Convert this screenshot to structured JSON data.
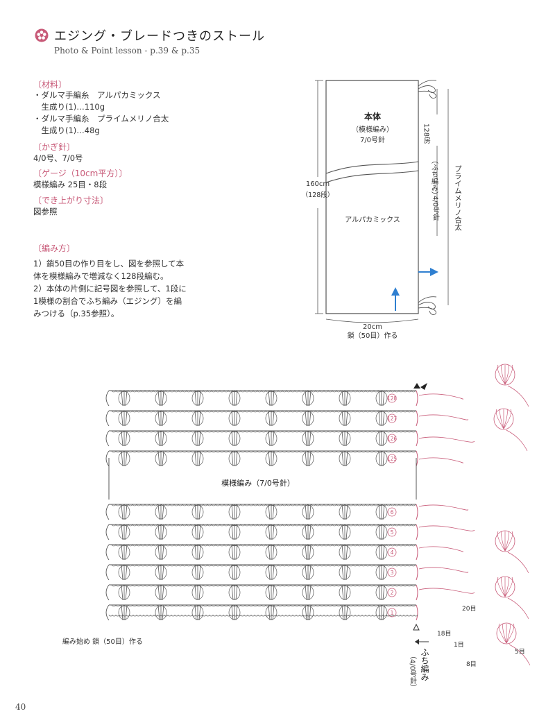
{
  "header": {
    "title": "エジング・ブレードつきのストール",
    "subtitle": "Photo & Point lesson - p.39 & p.35"
  },
  "materials": {
    "heading": "〔材料〕",
    "lines": [
      "・ダルマ手編糸　アルパカミックス",
      "　生成り(1)…110g",
      "・ダルマ手編糸　プライムメリノ合太",
      "　生成り(1)…48g"
    ]
  },
  "hook": {
    "heading": "〔かぎ針〕",
    "value": "4/0号、7/0号"
  },
  "gauge": {
    "heading": "〔ゲージ（10cm平方）〕",
    "value": "模様編み 25目・8段"
  },
  "size": {
    "heading": "〔でき上がり寸法〕",
    "value": "図参照"
  },
  "method": {
    "heading": "〔編み方〕",
    "steps": [
      "1）鎖50目の作り目をし、図を参照して本体を模様編みで増減なく128段編む。",
      "2）本体の片側に記号図を参照して、1段に1模様の割合でふち編み（エジング）を編みつける（p.35参照）。"
    ]
  },
  "schematic": {
    "body_label": "本体",
    "pattern_label": "（模様編み）",
    "needle_label": "7/0号針",
    "yarn_label": "アルパカミックス",
    "height_cm": "160cm",
    "height_rows": "（128段）",
    "width_cm": "20cm",
    "width_chain": "鎖（50目）作る",
    "fringe_count": "128房",
    "edge_label": "（ふち編み）",
    "edge_needle": "4/0号針",
    "edge_yarn": "プライムメリノ合太"
  },
  "chart": {
    "pattern_label": "模様編み（7/0号針）",
    "start_label": "編み始め 鎖（50目）作る",
    "edge_label": "ふち編み",
    "edge_needle": "（4/0号針）",
    "row_labels_top": [
      "128",
      "127",
      "126",
      "125"
    ],
    "row_labels_bottom": [
      "6",
      "5",
      "4",
      "3",
      "2",
      "1"
    ],
    "edging_counts": [
      "20目",
      "18目",
      "1目",
      "5目",
      "8目"
    ]
  },
  "colors": {
    "accent": "#c85a78",
    "arrow": "#2f7fd0",
    "line": "#555555"
  },
  "page": {
    "number": "40"
  }
}
